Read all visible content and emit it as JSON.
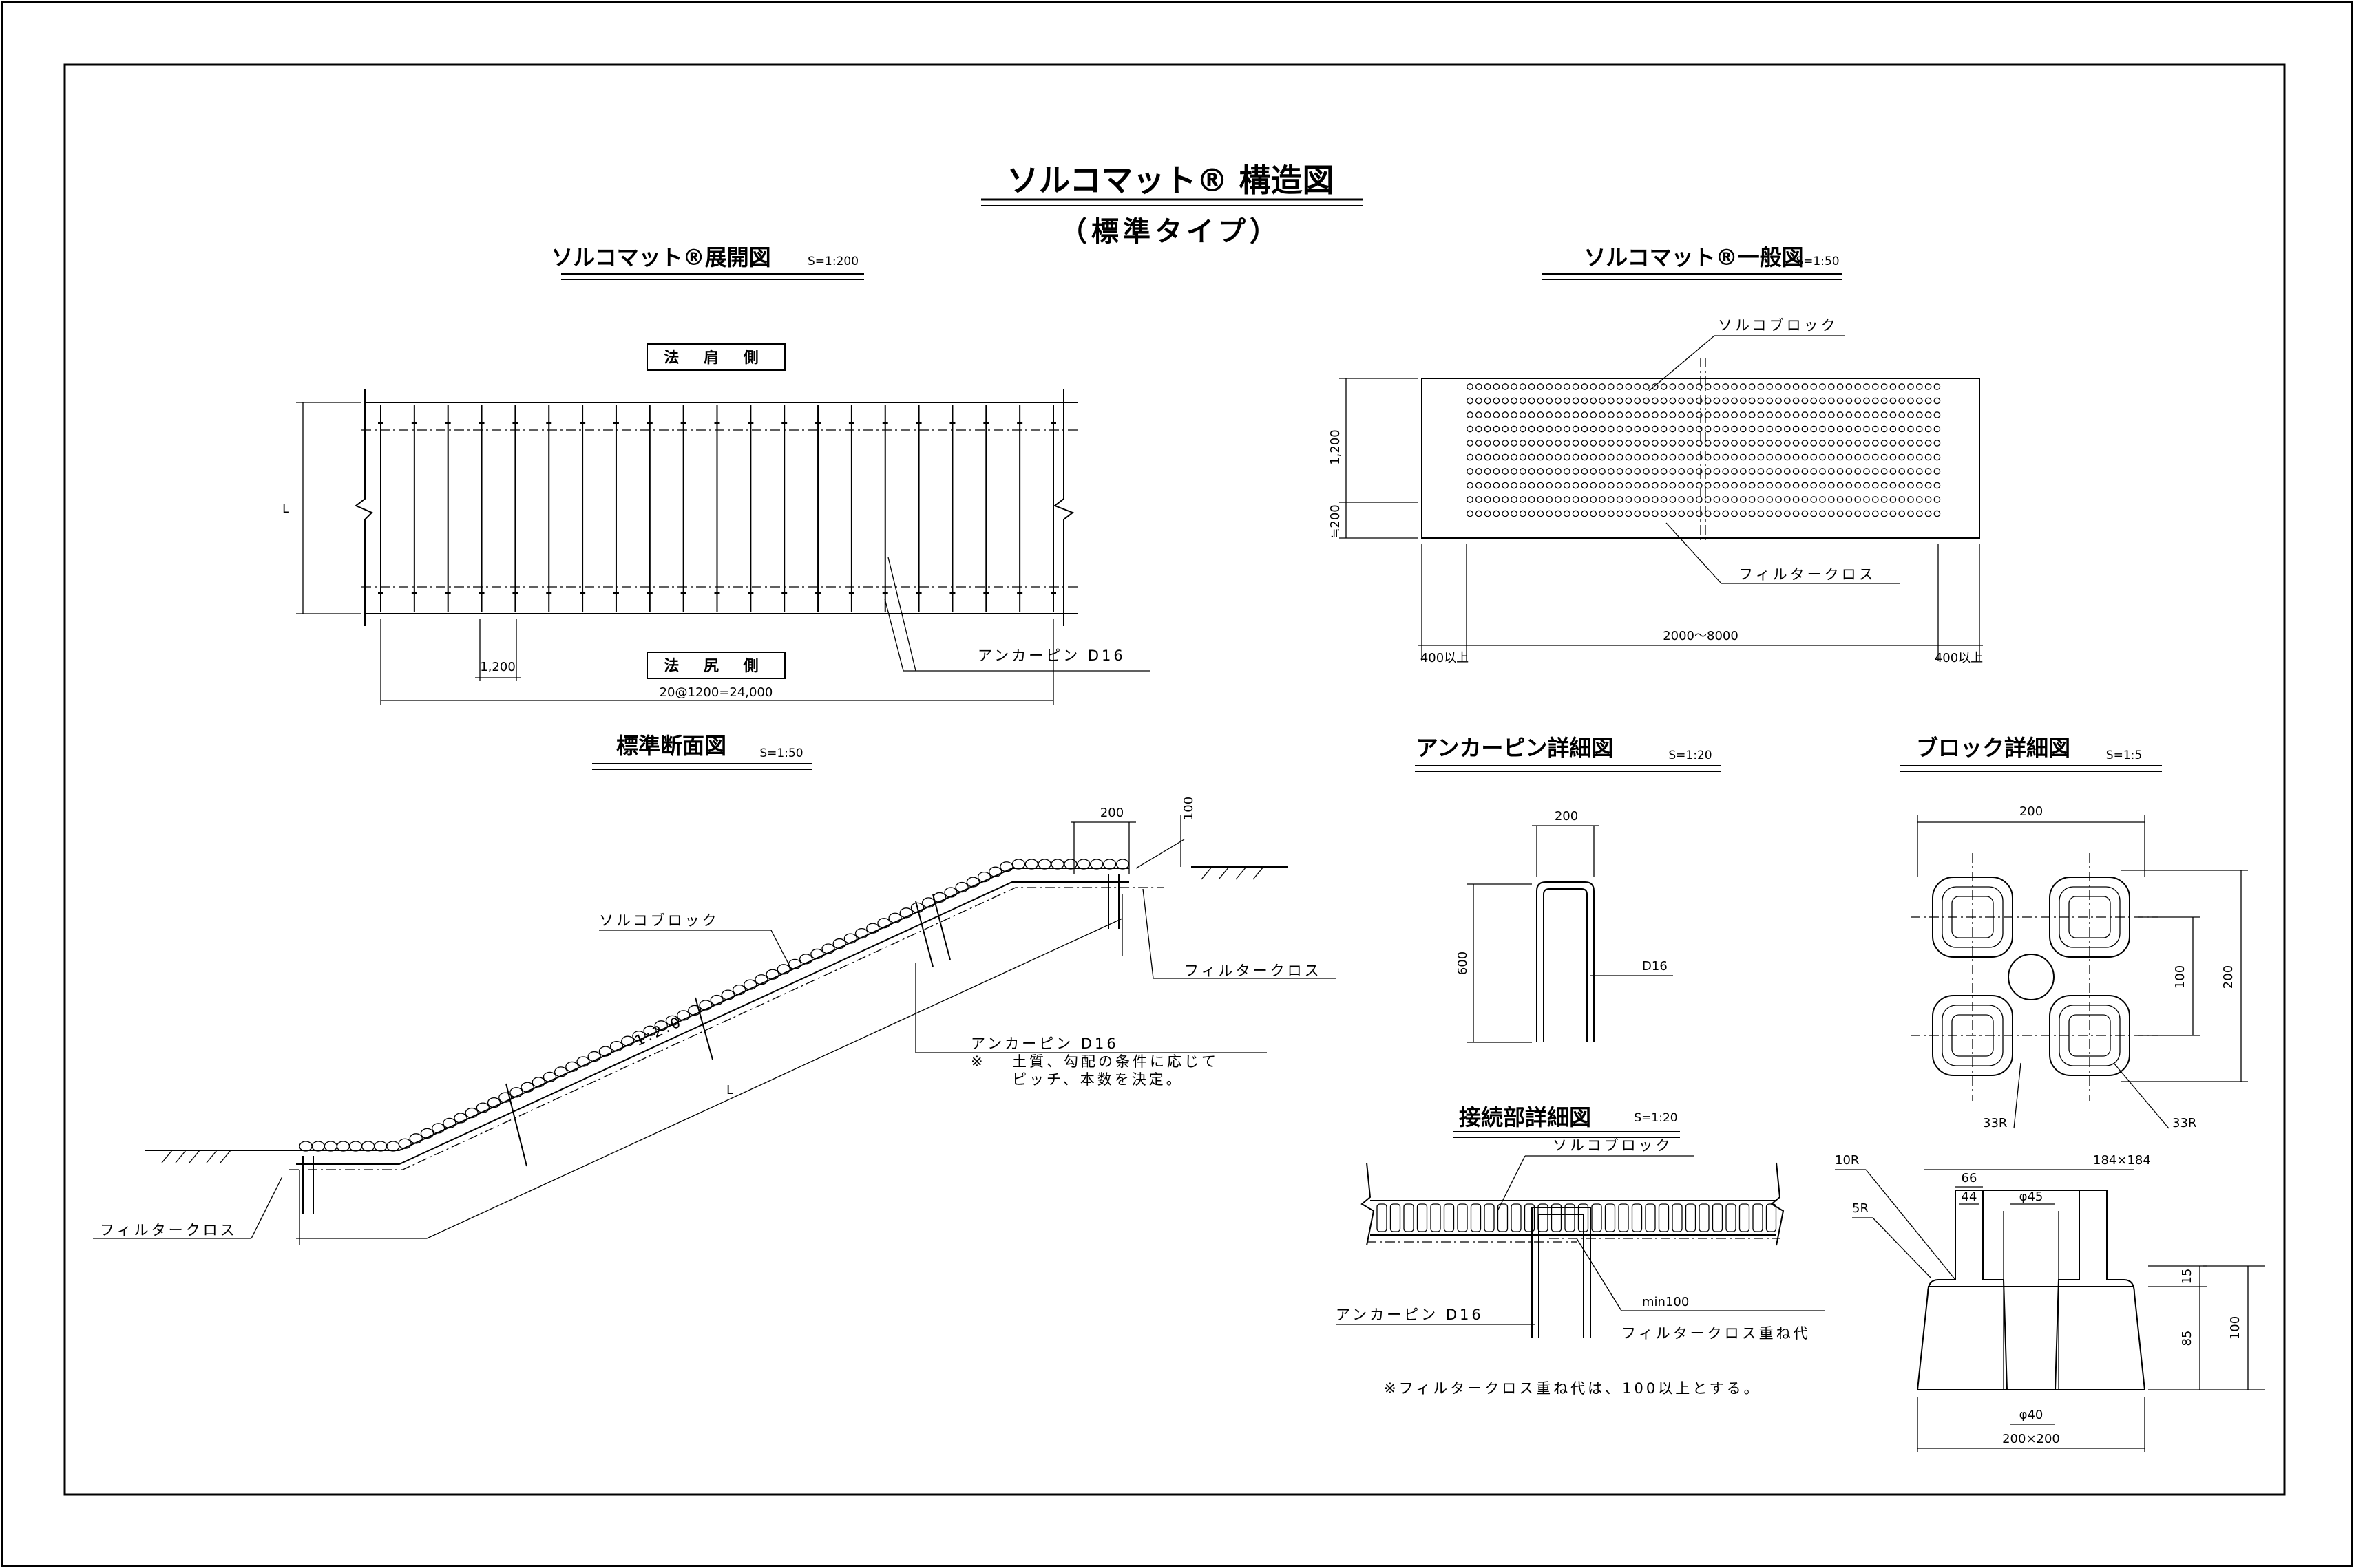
{
  "drawing": {
    "title": "ソルコマット® 構造図",
    "subtitle": "（標準タイプ）"
  },
  "development": {
    "title": "ソルコマット®展開図",
    "scale": "S=1:200",
    "top_label": "法 肩 側",
    "bottom_label": "法 尻 側",
    "dim_length": "L",
    "dim_pitch": "1,200",
    "dim_total": "20@1200=24,000",
    "anchor_label": "アンカーピン D16"
  },
  "general": {
    "title": "ソルコマット®一般図",
    "scale": "S=1:50",
    "block_label": "ソルコブロック",
    "cloth_label": "フィルタークロス",
    "dim_height": "1,200",
    "dim_small": "≒200",
    "dim_span": "2000～8000",
    "dim_left": "400以上",
    "dim_right": "400以上"
  },
  "section": {
    "title": "標準断面図",
    "scale": "S=1:50",
    "block_label": "ソルコブロック",
    "slope": "1:2.0",
    "length": "L",
    "dim_200": "200",
    "dim_100": "100",
    "cloth_top": "フィルタークロス",
    "cloth_bottom": "フィルタークロス",
    "anchor_label": "アンカーピン D16",
    "note_mark": "※",
    "note_line1": "土質、勾配の条件に応じて",
    "note_line2": "ピッチ、本数を決定。"
  },
  "anchor": {
    "title": "アンカーピン詳細図",
    "scale": "S=1:20",
    "dim_width": "200",
    "dim_height": "600",
    "bar": "D16"
  },
  "joint": {
    "title": "接続部詳細図",
    "scale": "S=1:20",
    "block_label": "ソルコブロック",
    "anchor_label": "アンカーピン D16",
    "min_label": "min100",
    "overlap_label": "フィルタークロス重ね代",
    "note": "※フィルタークロス重ね代は、100以上とする。"
  },
  "block": {
    "title": "ブロック詳細図",
    "scale": "S=1:5",
    "dim_top": "200",
    "dim_right": "200",
    "dim_inner": "100",
    "r33_left": "33R",
    "r33_right": "33R",
    "r10": "10R",
    "r5": "5R",
    "dim_184": "184×184",
    "dim_66": "66",
    "dim_44": "44",
    "dim_phi45": "φ45",
    "dim_15": "15",
    "dim_85": "85",
    "dim_100": "100",
    "dim_phi40": "φ40",
    "dim_200x200": "200×200"
  }
}
